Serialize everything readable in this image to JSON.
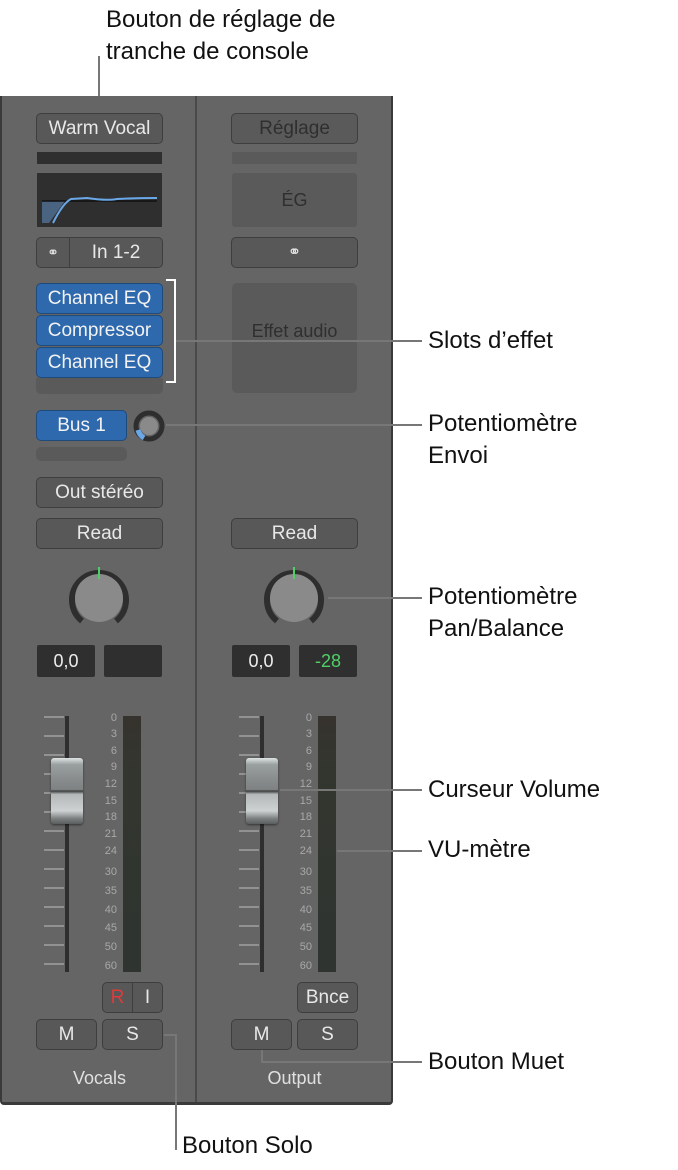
{
  "annotations": {
    "channel_strip_setting": [
      "Bouton de réglage de",
      "tranche de console"
    ],
    "effect_slots": "Slots d’effet",
    "send_knob": [
      "Potentiomètre",
      "Envoi"
    ],
    "pan_knob": [
      "Potentiomètre",
      "Pan/Balance"
    ],
    "volume_fader": "Curseur Volume",
    "vu_meter": "VU-mètre",
    "mute_button": "Bouton Muet",
    "solo_button": "Bouton Solo"
  },
  "strips": [
    {
      "name": "Vocals",
      "setting": "Warm Vocal",
      "input_link_icon": "stereo-link-icon",
      "input": "In 1-2",
      "effects": [
        "Channel EQ",
        "Compressor",
        "Channel EQ"
      ],
      "send": "Bus 1",
      "output": "Out stéréo",
      "automation": "Read",
      "volume_value": "0,0",
      "peak_value": "",
      "record": "R",
      "input_monitor": "I",
      "mute": "M",
      "solo": "S"
    },
    {
      "name": "Output",
      "setting": "Réglage",
      "eq_placeholder": "ÉG",
      "input_link_icon": "stereo-link-icon",
      "effect_placeholder": "Effet audio",
      "automation": "Read",
      "volume_value": "0,0",
      "peak_value": "-28",
      "bounce": "Bnce",
      "mute": "M",
      "solo": "S"
    }
  ],
  "meter_scale": [
    "0",
    "3",
    "6",
    "9",
    "12",
    "15",
    "18",
    "21",
    "24",
    "30",
    "35",
    "40",
    "45",
    "50",
    "60"
  ],
  "colors": {
    "panel": "#656565",
    "slot_blue": "#2e68ad",
    "record_red": "#e03a3a",
    "peak_green": "#4fd066",
    "eq_curve": "#6aa8e8"
  }
}
